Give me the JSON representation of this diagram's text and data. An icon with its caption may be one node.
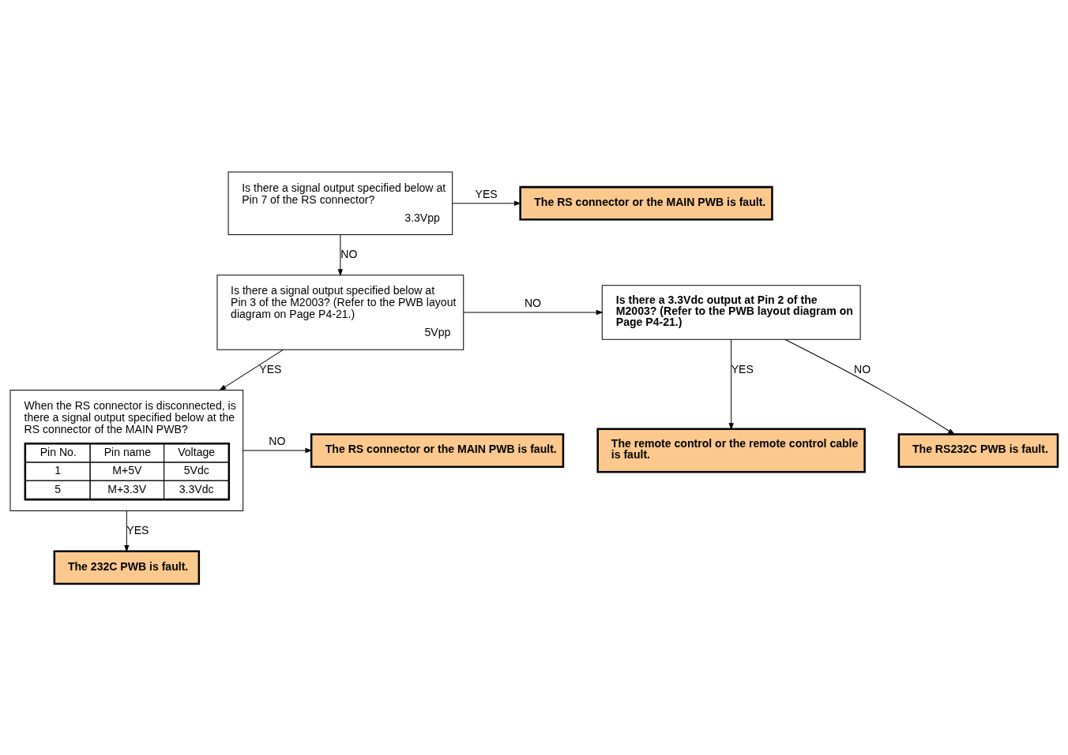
{
  "diagram": {
    "nodes": [
      {
        "text": [
          "Is there a signal output specified below at Pin 7 of the RS connector?",
          "3.3Vpp"
        ]
      },
      {
        "text": [
          "The RS connector or the MAIN PWB is fault."
        ]
      },
      {
        "text": [
          "Is there a signal output specified below at Pin 3 of the M2003? (Refer to the PWB layout diagram on Page P4-21.)",
          "5Vpp"
        ]
      },
      {
        "text": [
          "Is there a 3.3Vdc output at Pin 2 of the M2003? (Refer to the PWB layout diagram on Page P4-21.)"
        ]
      },
      {
        "text": [
          "The remote control or the remote control cable is fault."
        ]
      },
      {
        "text": [
          "The RS232C PWB is fault."
        ]
      },
      {
        "text": [
          "When the RS connector is disconnected, is there a signal output specified below at the RS connector of the MAIN PWB?"
        ]
      },
      {
        "text": [
          "The RS connector or the MAIN PWB is fault."
        ]
      },
      {
        "text": [
          "The 232C PWB is fault."
        ]
      }
    ],
    "edges": [
      {
        "from": 0,
        "to": 1,
        "arrow": "to",
        "label": "YES"
      },
      {
        "from": 0,
        "to": 2,
        "arrow": "to",
        "label": "NO"
      },
      {
        "from": 2,
        "to": 3,
        "arrow": "to",
        "label": "NO"
      },
      {
        "from": 2,
        "to": 6,
        "arrow": "to",
        "label": "YES"
      },
      {
        "from": 3,
        "to": 4,
        "arrow": "to",
        "label": "YES"
      },
      {
        "from": 3,
        "to": 5,
        "arrow": "to",
        "label": "NO"
      },
      {
        "from": 6,
        "to": 7,
        "arrow": "to",
        "label": "NO"
      },
      {
        "from": 6,
        "to": 8,
        "arrow": "to",
        "label": "YES"
      }
    ],
    "labels": [
      "Pin No.",
      "Pin name",
      "Voltage",
      "1",
      "M+5V",
      "5Vdc",
      "5",
      "M+3.3V",
      "3.3Vdc"
    ]
  }
}
